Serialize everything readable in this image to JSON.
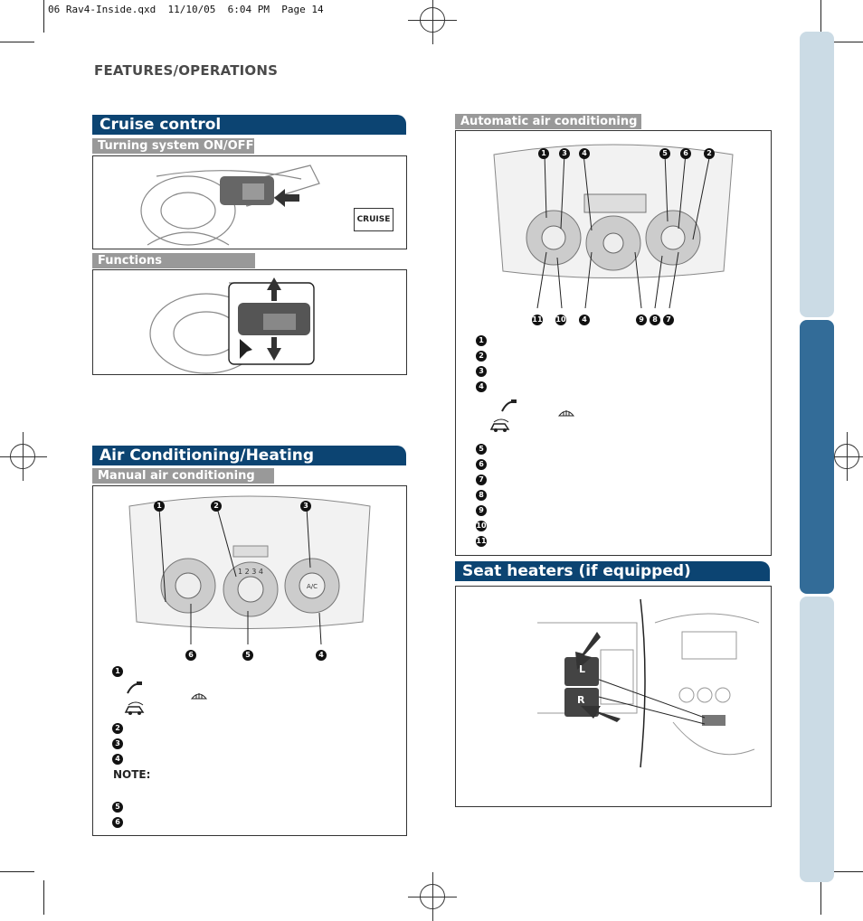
{
  "slug": "06 Rav4-Inside.qxd  11/10/05  6:04 PM  Page 14",
  "section": "FEATURES/OPERATIONS",
  "cruise": {
    "title": "Cruise control",
    "sub_on_off": "Turning system ON/OFF",
    "indicator": "CRUISE",
    "sub_functions": "Functions"
  },
  "aircon": {
    "title": "Air Conditioning/Heating",
    "sub_manual": "Manual air conditioning",
    "sub_auto": "Automatic air conditioning",
    "note_label": "NOTE:",
    "manual_dial_label": "A/C",
    "manual_fan_digits": "1 2 3 4"
  },
  "seat": {
    "title": "Seat heaters (if equipped)",
    "left_label": "L",
    "right_label": "R"
  },
  "callouts": {
    "n1": "1",
    "n2": "2",
    "n3": "3",
    "n4": "4",
    "n5": "5",
    "n6": "6",
    "n7": "7",
    "n8": "8",
    "n9": "9",
    "n10": "10",
    "n11": "11"
  },
  "colors": {
    "band": "#0c4472",
    "sub": "#999999",
    "tab_light": "#cbdbe5",
    "tab_dark": "#336c98"
  }
}
